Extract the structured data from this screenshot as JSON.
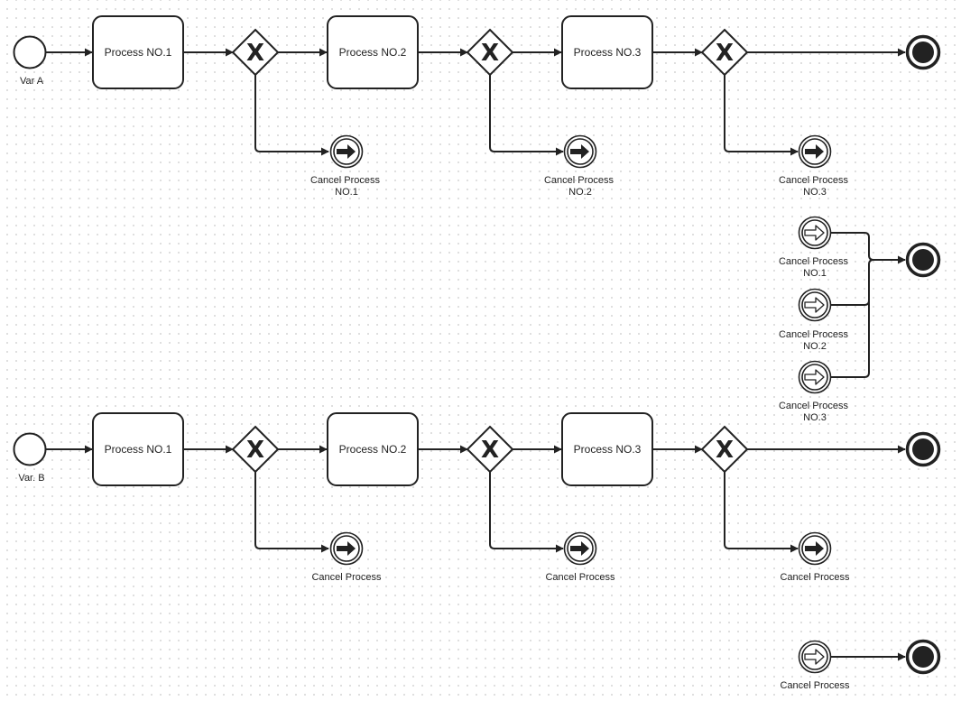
{
  "lanes": {
    "a": {
      "start_label": "Var A",
      "tasks": [
        "Process NO.1",
        "Process NO.2",
        "Process NO.3"
      ],
      "cancel_labels": [
        [
          "Cancel Process",
          "NO.1"
        ],
        [
          "Cancel Process",
          "NO.2"
        ],
        [
          "Cancel Process",
          "NO.3"
        ]
      ]
    },
    "b": {
      "start_label": "Var. B",
      "tasks": [
        "Process NO.1",
        "Process NO.2",
        "Process NO.3"
      ],
      "cancel_labels": [
        "Cancel Process",
        "Cancel Process",
        "Cancel Process"
      ]
    }
  },
  "catch_group": {
    "labels": [
      [
        "Cancel Process",
        "NO.1"
      ],
      [
        "Cancel Process",
        "NO.2"
      ],
      [
        "Cancel Process",
        "NO.3"
      ]
    ]
  },
  "single_catch": {
    "label": "Cancel Process"
  },
  "gateway_glyph": "X",
  "icons": {
    "start": "start-event-circle-icon",
    "end": "end-event-bold-circle-icon",
    "throw": "signal-throw-arrow-icon",
    "catch": "signal-catch-arrow-icon",
    "gateway": "exclusive-gateway-x-icon"
  },
  "colors": {
    "stroke": "#222222",
    "fill": "#ffffff",
    "grid_dot": "#d9d9d9"
  }
}
